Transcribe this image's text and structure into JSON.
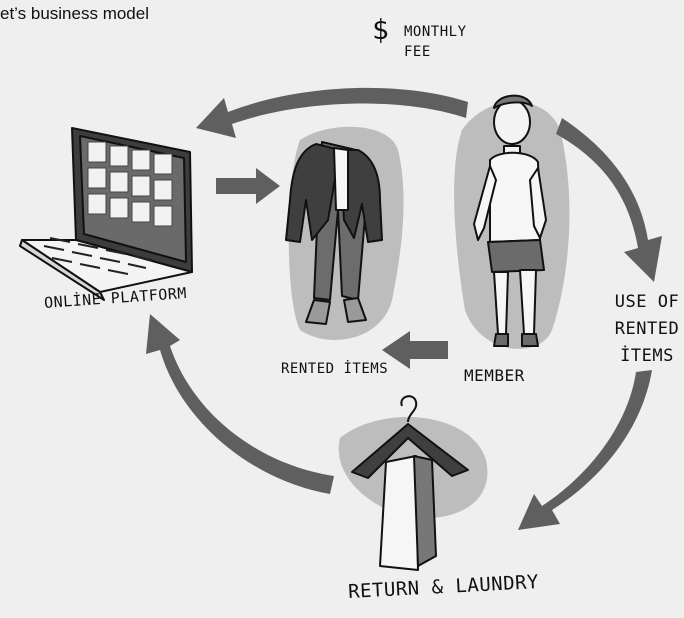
{
  "title": "et’s business model",
  "labels": {
    "online_platform": "ONLİNE PLATFORM",
    "rented_items": "RENTED İTEMS",
    "member": "MEMBER",
    "use_of_rented_items": [
      "USE OF",
      "RENTED",
      "İTEMS"
    ],
    "return_laundry": "RETURN & LAUNDRY",
    "monthly_fee": {
      "symbol": "$",
      "lines": [
        "MONTHLY",
        "FEE"
      ]
    }
  },
  "colors": {
    "background": "#efefef",
    "arrow": "#5f5f5f",
    "blob": "#bfbfbf",
    "line": "#111111"
  }
}
